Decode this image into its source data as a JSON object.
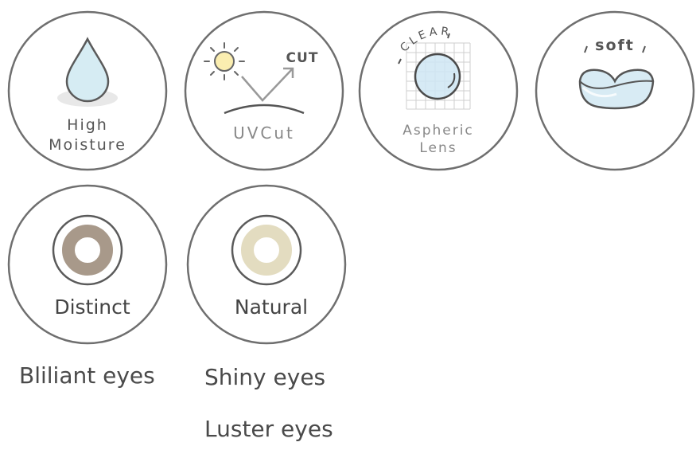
{
  "badges": {
    "moisture": {
      "line1": "High",
      "line2": "Moisture"
    },
    "uvcut": {
      "arrow_label": "CUT",
      "label": "UVCut"
    },
    "aspheric": {
      "arc_label": "CLEAR",
      "line1": "Aspheric",
      "line2": "Lens"
    },
    "soft": {
      "label": "soft"
    },
    "distinct": {
      "label": "Distinct"
    },
    "natural": {
      "label": "Natural"
    }
  },
  "captions": {
    "col1": [
      "Bliliant eyes"
    ],
    "col2": [
      "Shiny eyes",
      "Luster eyes"
    ]
  },
  "colors": {
    "ring": "#6f6f6f",
    "label": "#555555",
    "drop_fill": "#d6ecf3",
    "sun_fill": "#fbeeb0",
    "lens_fill": "#cfe6f3",
    "distinct_ring": "#a8998a",
    "natural_ring": "#e3dcc0"
  }
}
